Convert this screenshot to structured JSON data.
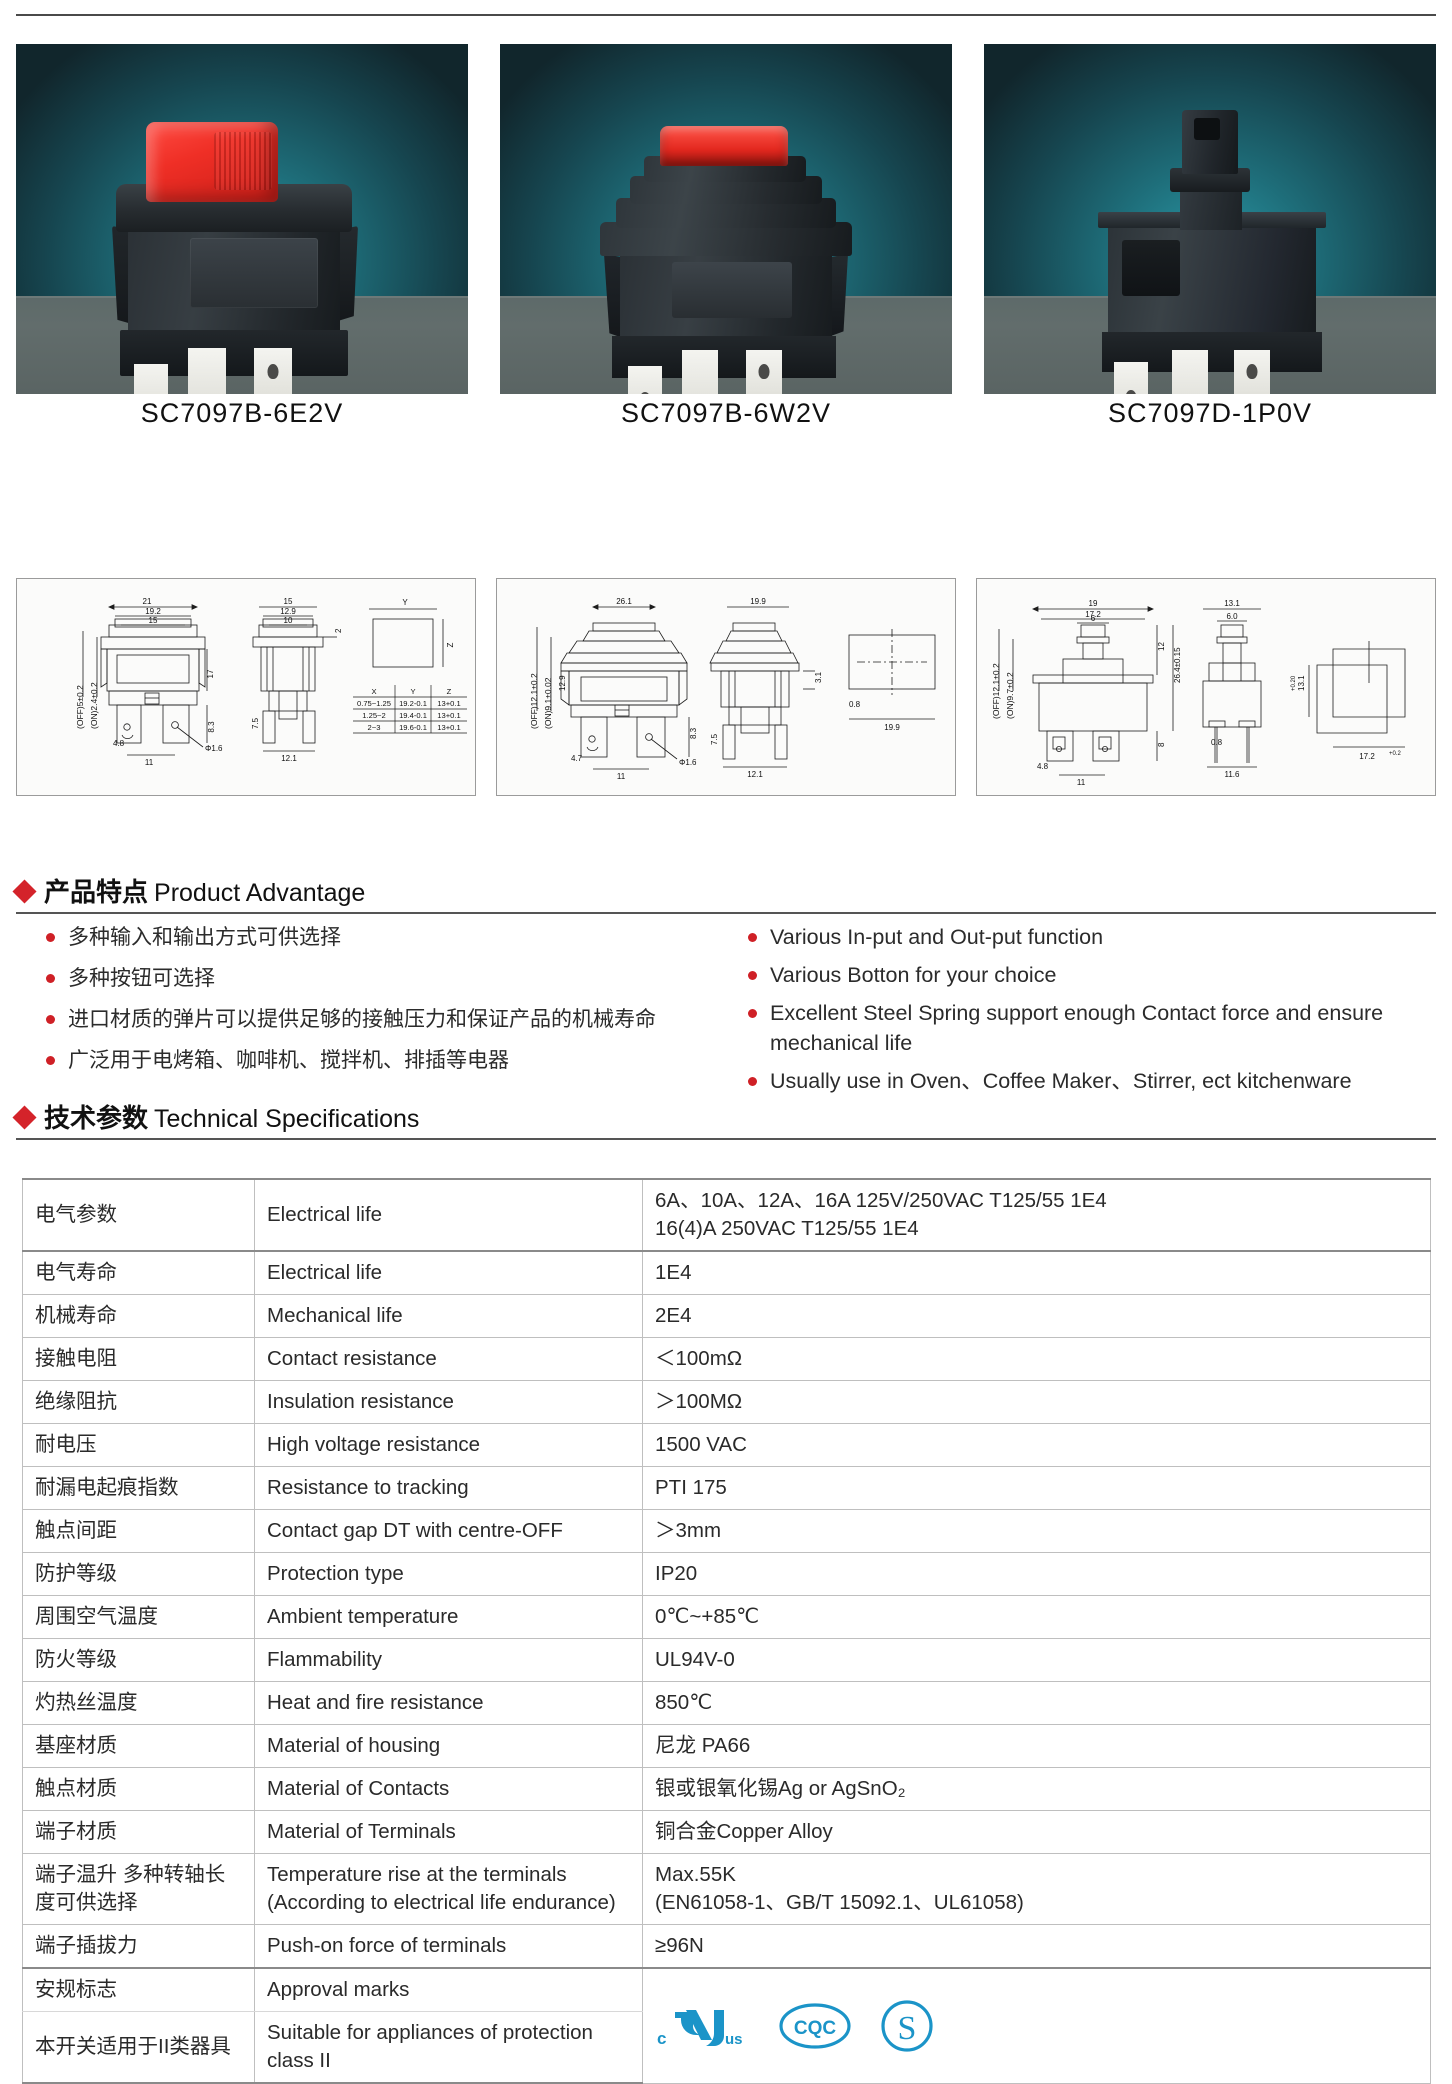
{
  "products": [
    {
      "model": "SC7097B-6E2V",
      "cap_color": "#ef2f26",
      "body_color": "#2b3136",
      "bg_color": "#1e6d79"
    },
    {
      "model": "SC7097B-6W2V",
      "cap_color": "#e3281f",
      "body_color": "#2b3136",
      "bg_color": "#1e6d79"
    },
    {
      "model": "SC7097D-1P0V",
      "cap_color": "#20252a",
      "body_color": "#2c3338",
      "bg_color": "#1e6d79"
    }
  ],
  "drawings": [
    {
      "id": "drawing-sc7097b-6e2v",
      "front_dims": [
        "21",
        "19.2",
        "15",
        "17",
        "8.3",
        "4.8",
        "11"
      ],
      "side_dims": [
        "15",
        "12.9",
        "10",
        "2",
        "7.5",
        "12.1"
      ],
      "travel_labels": [
        "(OFF)5±0.2",
        "(ON)2.4±0.2"
      ],
      "hole_note": "Φ1.6",
      "panel_table": {
        "headers": [
          "X",
          "Y",
          "Z"
        ],
        "rows": [
          [
            "0.75~1.25",
            "19.2-0.1",
            "13+0.1"
          ],
          [
            "1.25~2",
            "19.4-0.1",
            "13+0.1"
          ],
          [
            "2~3",
            "19.6-0.1",
            "13+0.1"
          ]
        ]
      }
    },
    {
      "id": "drawing-sc7097b-6w2v",
      "front_dims": [
        "26.1",
        "12.9",
        "8.3",
        "4.7",
        "11"
      ],
      "side_dims": [
        "19.9",
        "3.1",
        "7.5",
        "12.1",
        "0.8",
        "19.9"
      ],
      "travel_labels": [
        "(OFF)12.1±0.2",
        "(ON)9.1±0.02"
      ],
      "hole_note": "Φ1.6"
    },
    {
      "id": "drawing-sc7097d-1p0v",
      "front_dims": [
        "19",
        "17.2",
        "6",
        "12",
        "26.4±0.15",
        "8",
        "4.8",
        "11"
      ],
      "side_dims": [
        "13.1",
        "6.0",
        "0.8",
        "11.6"
      ],
      "travel_labels": [
        "(OFF)12.1±0.2",
        "(ON)9.7±0.2"
      ],
      "panel_dims": [
        "13.1",
        "17.2"
      ]
    }
  ],
  "advantage": {
    "diamond_color": "#d4232a",
    "title_cn": "产品特点",
    "title_en": "Product Advantage",
    "items_cn": [
      "多种输入和输出方式可供选择",
      "多种按钮可选择",
      "进口材质的弹片可以提供足够的接触压力和保证产品的机械寿命",
      "广泛用于电烤箱、咖啡机、搅拌机、排插等电器"
    ],
    "items_en": [
      "Various In-put and Out-put function",
      "Various Botton for your choice",
      "Excellent Steel Spring support enough Contact  force and ensure  mechanical life",
      "Usually use in Oven、Coffee Maker、Stirrer, ect kitchenware"
    ]
  },
  "specs": {
    "title_cn": "技术参数",
    "title_en": "Technical Specifications",
    "rows": [
      {
        "cn": "电气参数",
        "en": "Electrical life",
        "val": "6A、10A、12A、16A 125V/250VAC T125/55 1E4",
        "val2": "16(4)A  250VAC  T125/55 1E4"
      },
      {
        "cn": "电气寿命",
        "en": "Electrical life",
        "val": "1E4"
      },
      {
        "cn": "机械寿命",
        "en": "Mechanical life",
        "val": "2E4"
      },
      {
        "cn": "接触电阻",
        "en": "Contact resistance",
        "val": "＜100mΩ"
      },
      {
        "cn": "绝缘阻抗",
        "en": "Insulation resistance",
        "val": "＞100MΩ"
      },
      {
        "cn": "耐电压",
        "en": "High voltage resistance",
        "val": "1500 VAC"
      },
      {
        "cn": "耐漏电起痕指数",
        "en": "Resistance to tracking",
        "val": "PTI 175"
      },
      {
        "cn": "触点间距",
        "en": "Contact gap DT with centre-OFF",
        "val": "＞3mm"
      },
      {
        "cn": "防护等级",
        "en": "Protection type",
        "val": "IP20"
      },
      {
        "cn": "周围空气温度",
        "en": "Ambient temperature",
        "val": "0℃~+85℃"
      },
      {
        "cn": "防火等级",
        "en": "Flammability",
        "val": "UL94V-0"
      },
      {
        "cn": "灼热丝温度",
        "en": "Heat and fire resistance",
        "val": "850℃"
      },
      {
        "cn": "基座材质",
        "en": "Material of housing",
        "val": "尼龙 PA66"
      },
      {
        "cn": "触点材质",
        "en": "Material of Contacts",
        "val": "银或银氧化锡Ag or AgSnO₂"
      },
      {
        "cn": "端子材质",
        "en": "Material of Terminals",
        "val": "铜合金Copper Alloy"
      },
      {
        "cn": "端子温升",
        "cn2": "多种转轴长度可供选择",
        "en": "Temperature rise at the terminals",
        "en2": "(According to electrical life endurance)",
        "val": "Max.55K",
        "val2": "(EN61058-1、GB/T 15092.1、UL61058)"
      },
      {
        "cn": "端子插拔力",
        "en": "Push-on force of terminals",
        "val": "≥96N"
      }
    ],
    "approval_cn": "安规标志",
    "approval_en": "Approval marks",
    "class_cn": "本开关适用于II类器具",
    "class_en": "Suitable for appliances of protection class  II",
    "cert_color": "#1b94c8",
    "certs": [
      "cULus-mark",
      "cqc-mark",
      "s-mark"
    ]
  }
}
